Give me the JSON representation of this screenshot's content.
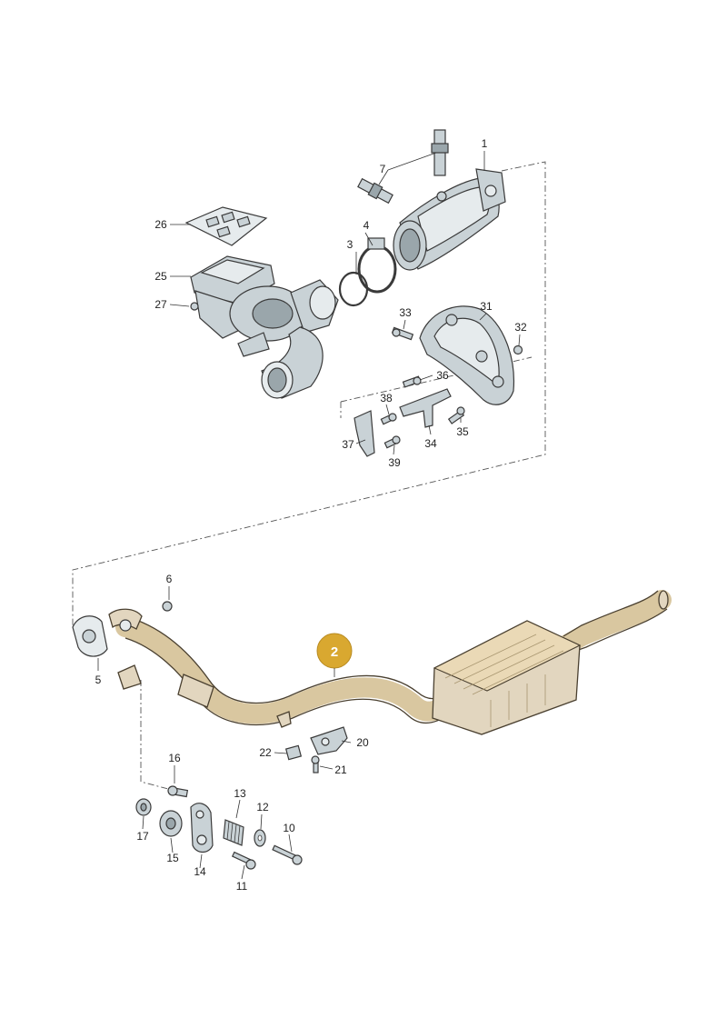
{
  "diagram": {
    "highlight_label": "2",
    "highlight_color": "#d9a830",
    "callouts": [
      "1",
      "3",
      "4",
      "5",
      "6",
      "7",
      "10",
      "11",
      "12",
      "13",
      "14",
      "15",
      "16",
      "17",
      "20",
      "21",
      "22",
      "25",
      "26",
      "27",
      "31",
      "32",
      "33",
      "34",
      "35",
      "36",
      "37",
      "38",
      "39"
    ]
  }
}
